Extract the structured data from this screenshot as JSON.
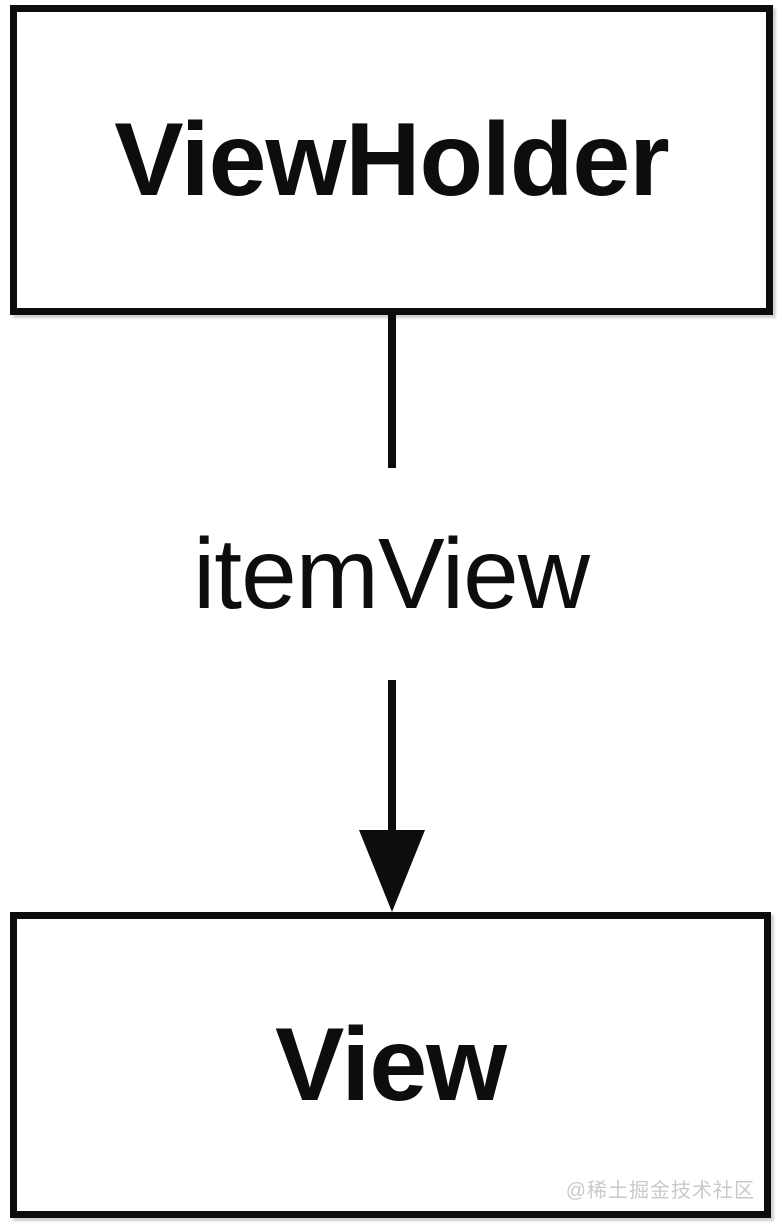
{
  "diagram": {
    "top_node": {
      "label": "ViewHolder"
    },
    "edge": {
      "label": "itemView",
      "arrow_icon": "filled-down-arrowhead"
    },
    "bottom_node": {
      "label": "View"
    },
    "watermark": "@稀土掘金技术社区",
    "colors": {
      "background": "#ffffff",
      "stroke": "#0d0d0d",
      "watermark": "#c9c9c9"
    }
  }
}
